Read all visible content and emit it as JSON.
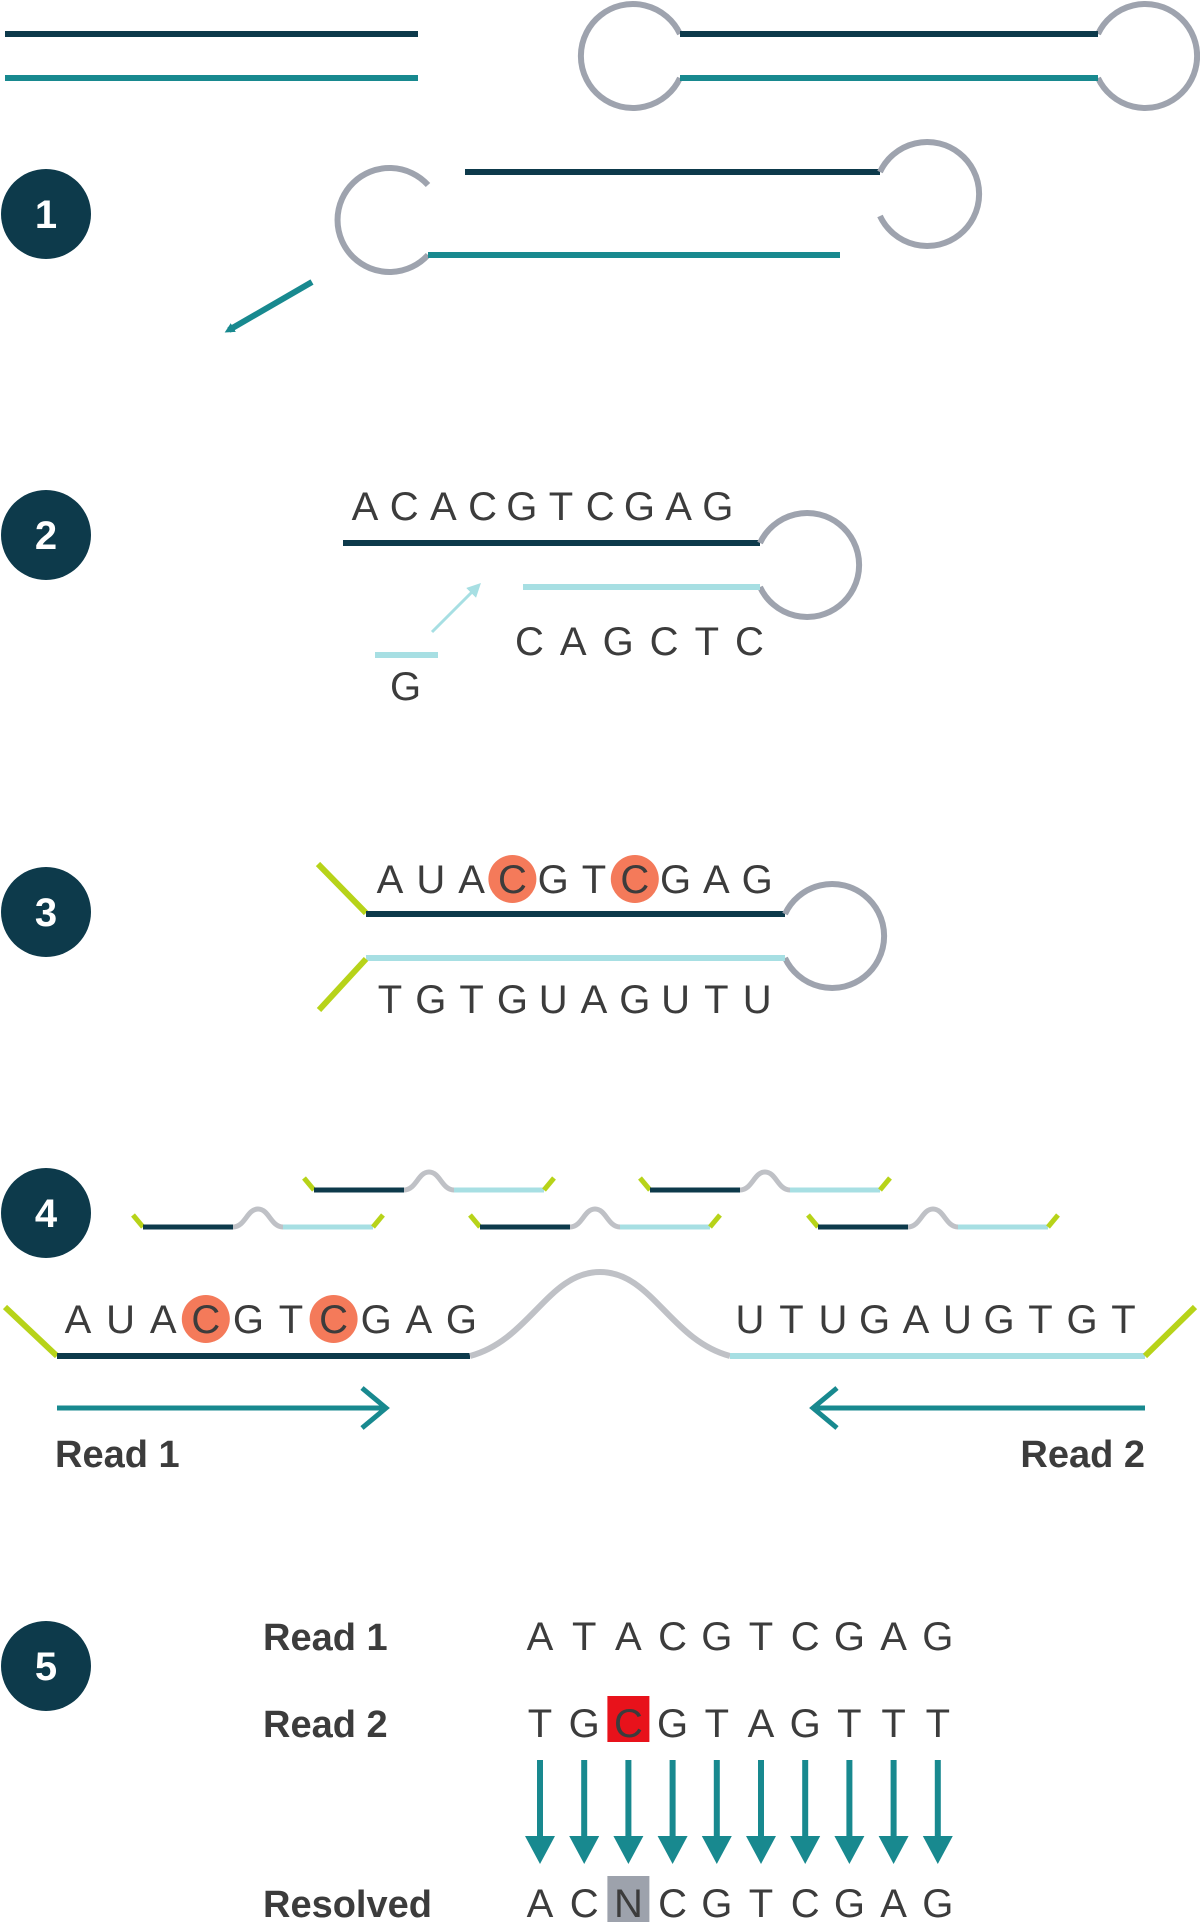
{
  "colors": {
    "dark": "#0d3a4b",
    "teal": "#18898f",
    "light": "#a7dfe3",
    "loop": "#9ea3ae",
    "green": "#b7d319",
    "orange": "#f26b47",
    "circle": "#f47a5a",
    "red": "#e8121b",
    "n_box": "#9da2ac",
    "text": "#3c3c3c"
  },
  "steps": [
    "1",
    "2",
    "3",
    "4",
    "5"
  ],
  "step2": {
    "top": [
      "A",
      "C",
      "A",
      "C",
      "G",
      "T",
      "C",
      "G",
      "A",
      "G"
    ],
    "top_hl": [
      3,
      6
    ],
    "bottom": "CAGCTC",
    "loose": "G"
  },
  "step3": {
    "top": [
      "A",
      "U",
      "A",
      "C",
      "G",
      "T",
      "C",
      "G",
      "A",
      "G"
    ],
    "top_u": [
      1
    ],
    "top_c": [
      3,
      6
    ],
    "bottom": [
      "T",
      "G",
      "T",
      "G",
      "U",
      "A",
      "G",
      "U",
      "T",
      "U"
    ],
    "bottom_u": [
      4,
      7,
      9
    ]
  },
  "step4": {
    "left": [
      "A",
      "U",
      "A",
      "C",
      "G",
      "T",
      "C",
      "G",
      "A",
      "G"
    ],
    "left_u": [
      1
    ],
    "left_c": [
      3,
      6
    ],
    "right": [
      "U",
      "T",
      "U",
      "G",
      "A",
      "U",
      "G",
      "T",
      "G",
      "T"
    ],
    "right_u": [
      0,
      2,
      5
    ],
    "read1": "Read 1",
    "read2": "Read 2"
  },
  "step5": {
    "labels": [
      "Read 1",
      "Read 2",
      "Resolved"
    ],
    "read1": [
      "A",
      "T",
      "A",
      "C",
      "G",
      "T",
      "C",
      "G",
      "A",
      "G"
    ],
    "read1_orange": [
      3,
      6
    ],
    "read2": [
      "T",
      "G",
      "C",
      "G",
      "T",
      "A",
      "G",
      "T",
      "T",
      "T"
    ],
    "read2_red": [
      2
    ],
    "resolved": [
      "A",
      "C",
      "N",
      "C",
      "G",
      "T",
      "C",
      "G",
      "A",
      "G"
    ],
    "resolved_orange": [
      3,
      6
    ],
    "resolved_n": [
      2
    ]
  }
}
